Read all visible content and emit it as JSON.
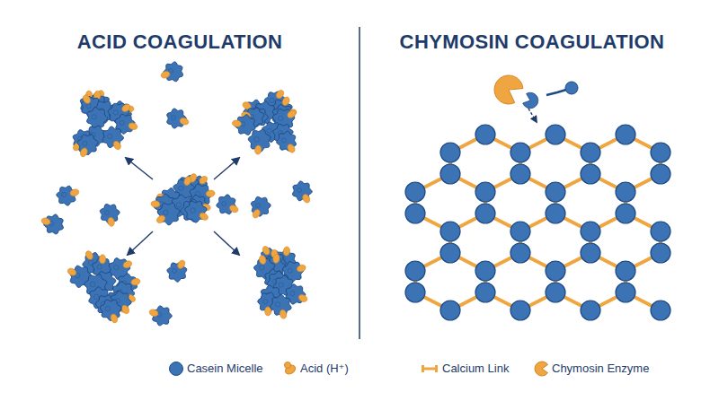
{
  "diagram": {
    "labels": [
      "ACID COAGULATION",
      "CHYMOSIN COAGULATION"
    ],
    "legend": [
      {
        "text": "Casein Micelle"
      },
      {
        "text": "Acid (H⁺)"
      },
      {
        "text": "Calcium Link"
      },
      {
        "text": "Chymosin Enzyme"
      }
    ]
  }
}
